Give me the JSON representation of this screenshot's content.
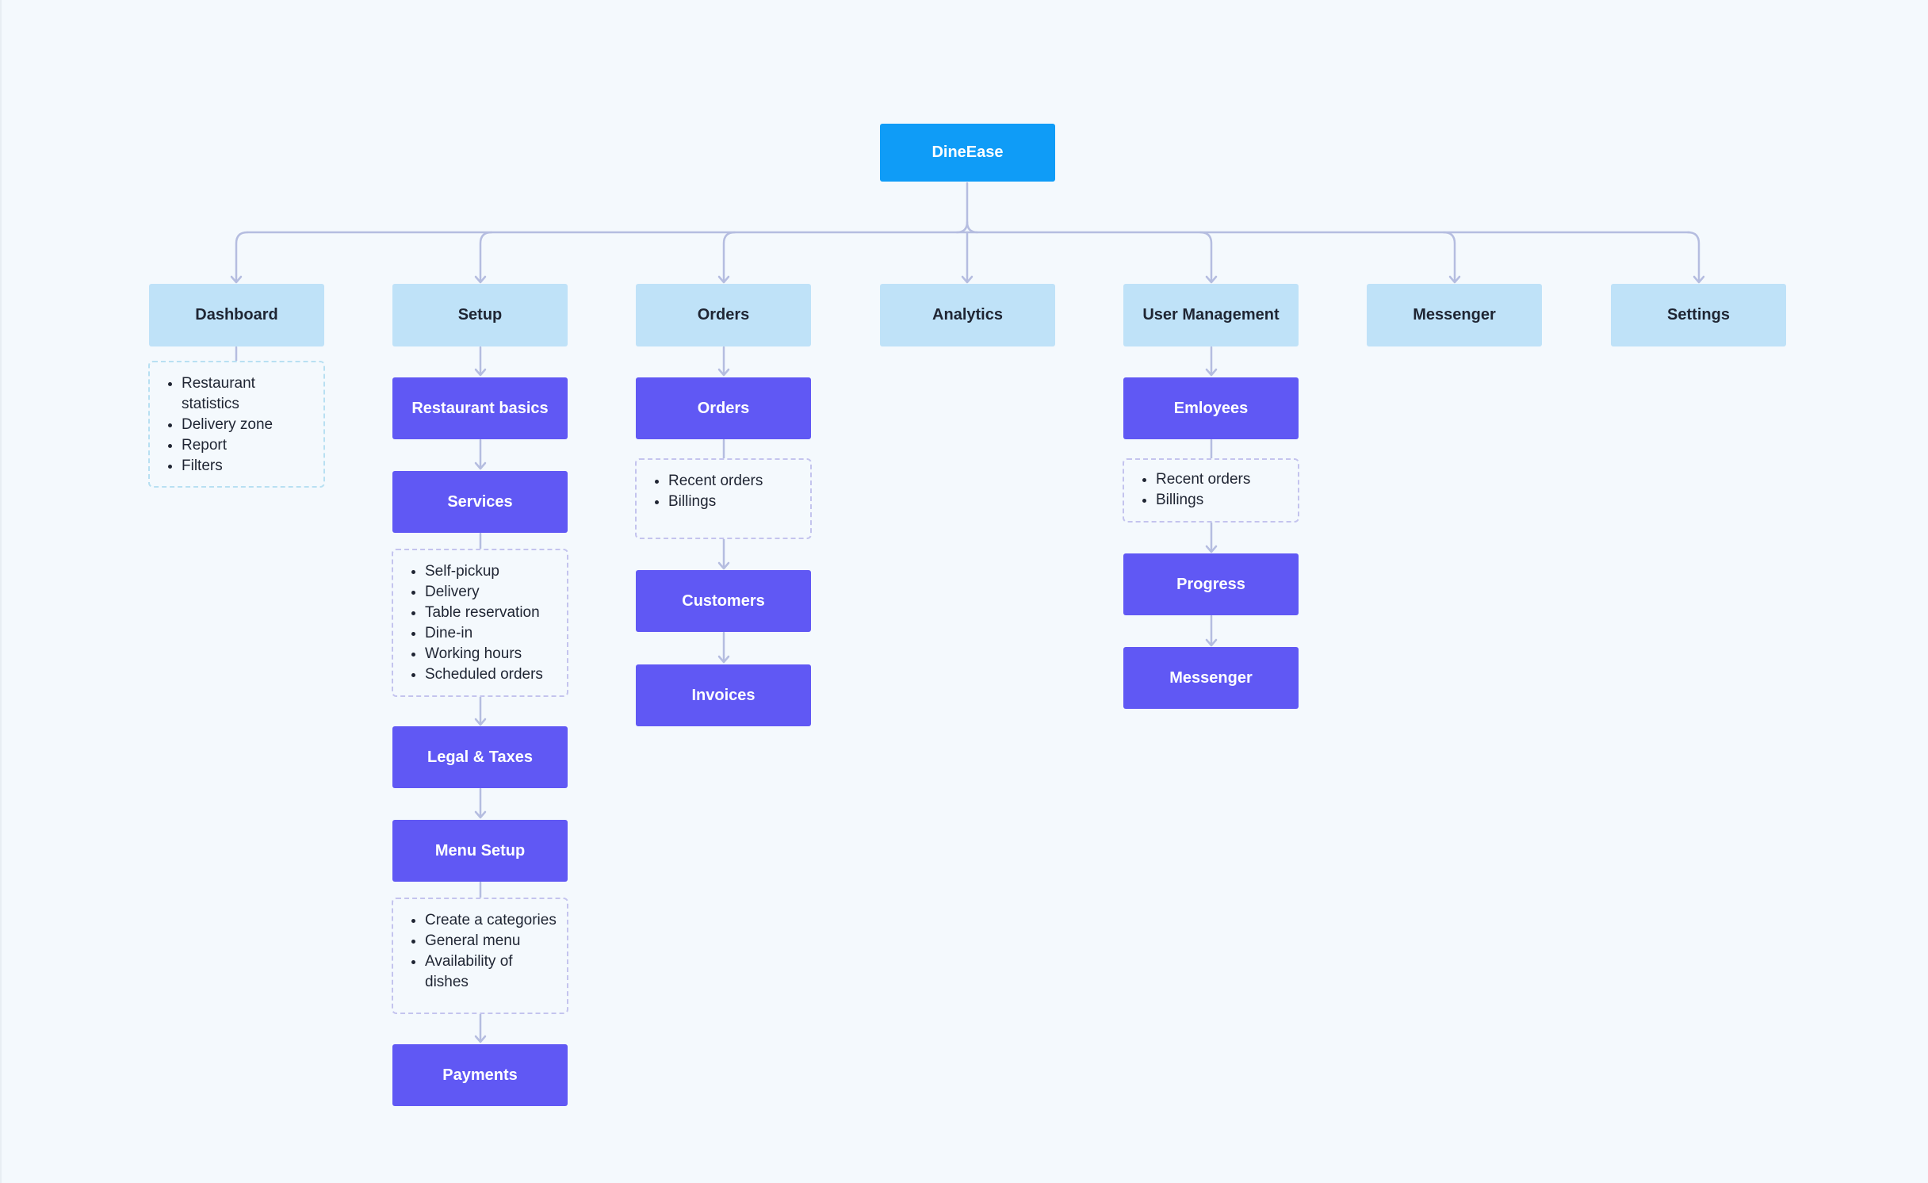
{
  "root": {
    "label": "DineEase"
  },
  "categories": [
    {
      "label": "Dashboard"
    },
    {
      "label": "Setup"
    },
    {
      "label": "Orders"
    },
    {
      "label": "Analytics"
    },
    {
      "label": "User Management"
    },
    {
      "label": "Messenger"
    },
    {
      "label": "Settings"
    }
  ],
  "dashboard": {
    "items": [
      "Restaurant statistics",
      "Delivery zone",
      "Report",
      "Filters"
    ]
  },
  "setup": {
    "restaurant_basics": "Restaurant basics",
    "services": "Services",
    "services_items": [
      "Self-pickup",
      "Delivery",
      "Table reservation",
      "Dine-in",
      "Working hours",
      "Scheduled orders"
    ],
    "legal_taxes": "Legal & Taxes",
    "menu_setup": "Menu Setup",
    "menu_items": [
      "Create a categories",
      "General menu",
      "Availability of dishes"
    ],
    "payments": "Payments"
  },
  "orders": {
    "orders": "Orders",
    "orders_items": [
      "Recent orders",
      "Billings"
    ],
    "customers": "Customers",
    "invoices": "Invoices"
  },
  "user_management": {
    "employees": "Emloyees",
    "employees_items": [
      "Recent orders",
      "Billings"
    ],
    "progress": "Progress",
    "messenger": "Messenger"
  },
  "colors": {
    "background": "#f4f9fd",
    "root": "#0f9cf7",
    "category": "#bfe2f8",
    "subnode": "#6058f4",
    "connector": "#b5bde0",
    "note_border": "#c4c4ee",
    "note_border_teal": "#b8e0f2"
  }
}
